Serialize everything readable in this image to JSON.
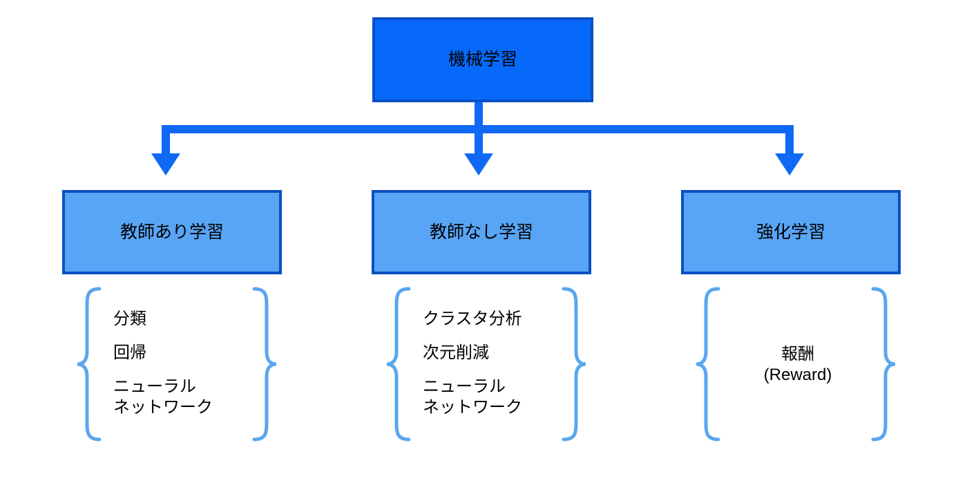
{
  "diagram": {
    "title_node": {
      "label": "機械学習"
    },
    "branches": [
      {
        "name": "supervised",
        "label": "教師あり学習",
        "items": [
          "分類",
          "回帰",
          "ニューラル\nネットワーク"
        ]
      },
      {
        "name": "unsupervised",
        "label": "教師なし学習",
        "items": [
          "クラスタ分析",
          "次元削減",
          "ニューラル\nネットワーク"
        ]
      },
      {
        "name": "reinforcement",
        "label": "強化学習",
        "items": [
          "報酬\n(Reward)"
        ]
      }
    ],
    "colors": {
      "root_fill": "#0669fa",
      "root_border": "#0a4fc4",
      "child_fill": "#59a5f5",
      "child_border": "#0a4fc4",
      "connector": "#0f69f5",
      "brace": "#5ba6ee",
      "text": "#000000",
      "background": "#ffffff"
    }
  }
}
